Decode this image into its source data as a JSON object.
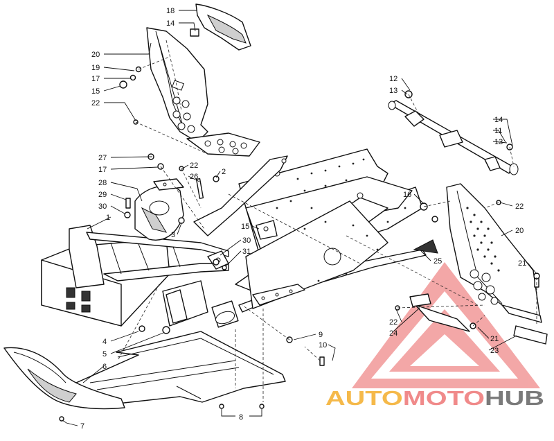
{
  "diagram": {
    "callouts": [
      {
        "id": "c18a",
        "text": "18"
      },
      {
        "id": "c14a",
        "text": "14"
      },
      {
        "id": "c20a",
        "text": "20"
      },
      {
        "id": "c19",
        "text": "19"
      },
      {
        "id": "c17a",
        "text": "17"
      },
      {
        "id": "c15a",
        "text": "15"
      },
      {
        "id": "c22a",
        "text": "22"
      },
      {
        "id": "c27",
        "text": "27"
      },
      {
        "id": "c17b",
        "text": "17"
      },
      {
        "id": "c22b",
        "text": "22"
      },
      {
        "id": "c26",
        "text": "26"
      },
      {
        "id": "c2",
        "text": "2"
      },
      {
        "id": "c28",
        "text": "28"
      },
      {
        "id": "c29",
        "text": "29"
      },
      {
        "id": "c30a",
        "text": "30"
      },
      {
        "id": "c1",
        "text": "1"
      },
      {
        "id": "c3",
        "text": "3"
      },
      {
        "id": "c15b",
        "text": "15"
      },
      {
        "id": "c30b",
        "text": "30"
      },
      {
        "id": "c31",
        "text": "31"
      },
      {
        "id": "c12",
        "text": "12"
      },
      {
        "id": "c13a",
        "text": "13"
      },
      {
        "id": "c14b",
        "text": "14"
      },
      {
        "id": "c11",
        "text": "11"
      },
      {
        "id": "c13b",
        "text": "13"
      },
      {
        "id": "c16",
        "text": "16"
      },
      {
        "id": "c22c",
        "text": "22"
      },
      {
        "id": "c20b",
        "text": "20"
      },
      {
        "id": "c25",
        "text": "25"
      },
      {
        "id": "c21a",
        "text": "21"
      },
      {
        "id": "c22d",
        "text": "22"
      },
      {
        "id": "c24",
        "text": "24"
      },
      {
        "id": "c21b",
        "text": "21"
      },
      {
        "id": "c23",
        "text": "23"
      },
      {
        "id": "c4",
        "text": "4"
      },
      {
        "id": "c5",
        "text": "5"
      },
      {
        "id": "c6",
        "text": "6"
      },
      {
        "id": "c9",
        "text": "9"
      },
      {
        "id": "c10",
        "text": "10"
      },
      {
        "id": "c8",
        "text": "8"
      },
      {
        "id": "c7",
        "text": "7"
      }
    ]
  },
  "watermark": {
    "word_1": "AUTO",
    "word_2": "MOTO",
    "word_3": "HUB",
    "colors": {
      "triangle": "#f08a8a",
      "auto": "#f5b94a",
      "moto": "#f08a8a",
      "hub": "#7a7a7a"
    }
  }
}
